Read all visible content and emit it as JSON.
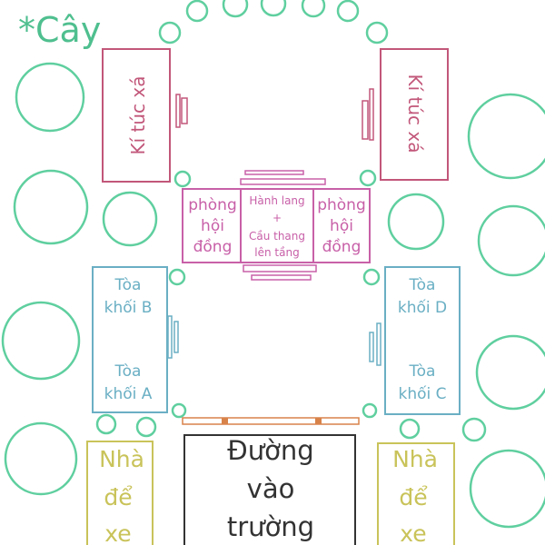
{
  "legend": {
    "title": "*Cây"
  },
  "buildings": {
    "dorm_left": "Kí túc xá",
    "dorm_right": "Kí túc xá",
    "meeting_left": [
      "phòng",
      "hội",
      "đồng"
    ],
    "meeting_right": [
      "phòng",
      "hội",
      "đồng"
    ],
    "hallway": [
      "Hành lang",
      "+",
      "Cầu thang",
      "lên tầng"
    ],
    "block_b": [
      "Tòa",
      "khối B"
    ],
    "block_a": [
      "Tòa",
      "khối A"
    ],
    "block_d": [
      "Tòa",
      "khối D"
    ],
    "block_c": [
      "Tòa",
      "khối C"
    ],
    "parking_left": [
      "Nhà",
      "để",
      "xe"
    ],
    "parking_right": [
      "Nhà",
      "để",
      "xe"
    ],
    "entrance": [
      "Đường",
      "vào",
      "trường"
    ]
  },
  "colors": {
    "tree": "#5fcf9f",
    "dorm": "#c2577a",
    "meeting": "#c860a8",
    "block": "#6aafc4",
    "parking": "#c9c35a",
    "entrance": "#333333",
    "gate": "#d8824a"
  }
}
